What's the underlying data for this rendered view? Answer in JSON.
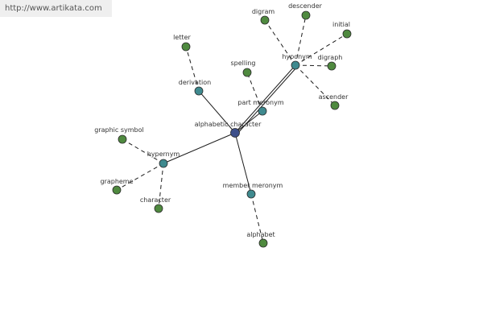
{
  "watermark": "http://www.artikata.com",
  "colors": {
    "center": "#3d4f8a",
    "relation": "#3f8a8f",
    "leaf": "#4f8a3f",
    "stroke": "#2b2b2b"
  },
  "nodes": {
    "center": {
      "label": "alphabetic character"
    },
    "derivation": {
      "label": "derivation"
    },
    "letter": {
      "label": "letter"
    },
    "part_meronym": {
      "label": "part meronym"
    },
    "spelling": {
      "label": "spelling"
    },
    "hyponym": {
      "label": "hyponym"
    },
    "digram": {
      "label": "digram"
    },
    "descender": {
      "label": "descender"
    },
    "initial": {
      "label": "initial"
    },
    "digraph": {
      "label": "digraph"
    },
    "ascender": {
      "label": "ascender"
    },
    "hypernym": {
      "label": "hypernym"
    },
    "graphic_symbol": {
      "label": "graphic symbol"
    },
    "grapheme": {
      "label": "grapheme"
    },
    "character": {
      "label": "character"
    },
    "member_meronym": {
      "label": "member meronym"
    },
    "alphabet": {
      "label": "alphabet"
    }
  }
}
